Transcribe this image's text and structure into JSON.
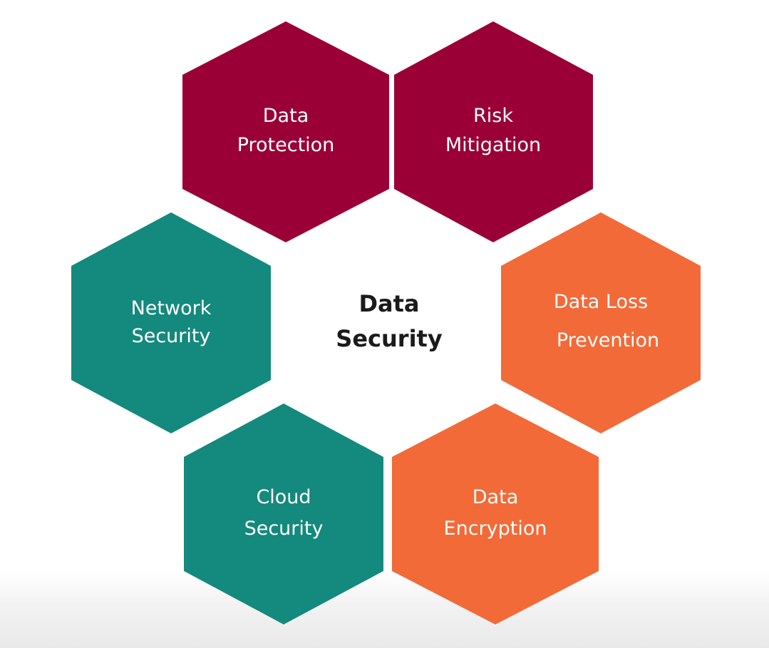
{
  "diagram": {
    "center": {
      "lines": [
        "Data",
        "Security"
      ]
    },
    "hexagons": [
      {
        "id": "data-protection",
        "lines": [
          "Data",
          "Protection"
        ],
        "color": "#9a0036"
      },
      {
        "id": "risk-mitigation",
        "lines": [
          "Risk",
          "Mitigation"
        ],
        "color": "#9a0036"
      },
      {
        "id": "network-security",
        "lines": [
          "Network",
          "Security"
        ],
        "color": "#14897d"
      },
      {
        "id": "data-loss-prevention",
        "lines": [
          "Data Loss",
          "Prevention"
        ],
        "color": "#f26a38"
      },
      {
        "id": "cloud-security",
        "lines": [
          "Cloud",
          "Security"
        ],
        "color": "#14897d"
      },
      {
        "id": "data-encryption",
        "lines": [
          "Data",
          "Encryption"
        ],
        "color": "#f26a38"
      }
    ]
  }
}
